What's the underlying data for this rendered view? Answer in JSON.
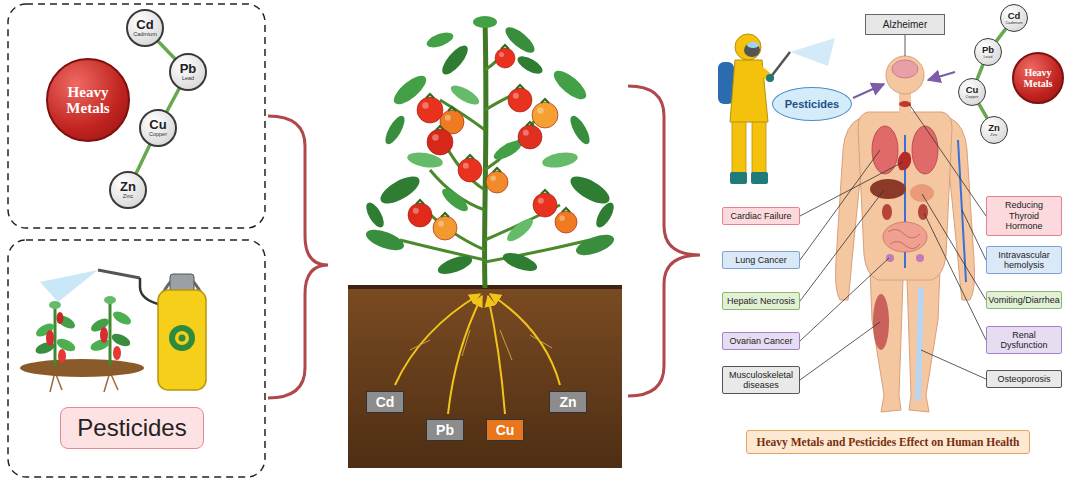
{
  "diagram": {
    "nodes": [
      {
        "text": [
          "Heavy Metals"
        ]
      },
      {
        "text": [
          "Cd",
          "Cadmium"
        ]
      },
      {
        "text": [
          "Pb",
          "Lead"
        ]
      },
      {
        "text": [
          "Cu",
          "Copper"
        ]
      },
      {
        "text": [
          "Zn",
          "Zinc"
        ]
      },
      {
        "text": [
          "Pesticides"
        ]
      },
      {
        "text": [
          "Cd"
        ]
      },
      {
        "text": [
          "Pb"
        ]
      },
      {
        "text": [
          "Cu"
        ]
      },
      {
        "text": [
          "Zn"
        ]
      },
      {
        "text": [
          "Alzheimer"
        ]
      },
      {
        "text": [
          "Pesticides"
        ]
      },
      {
        "text": [
          "Heavy Metals"
        ]
      },
      {
        "text": [
          "Cd",
          "Cadmium"
        ]
      },
      {
        "text": [
          "Pb",
          "Lead"
        ]
      },
      {
        "text": [
          "Cu",
          "Copper"
        ]
      },
      {
        "text": [
          "Zn",
          "Zinc"
        ]
      },
      {
        "text": [
          "Cardiac Failure"
        ]
      },
      {
        "text": [
          "Lung Cancer"
        ]
      },
      {
        "text": [
          "Hepatic Necrosis"
        ]
      },
      {
        "text": [
          "Ovarian Cancer"
        ]
      },
      {
        "text": [
          "Musculoskeletal diseases"
        ]
      },
      {
        "text": [
          "Reducing Thyroid Hormone"
        ]
      },
      {
        "text": [
          "Intravascular hemolysis"
        ]
      },
      {
        "text": [
          "Vomiting/Diarrhea"
        ]
      },
      {
        "text": [
          "Renal Dysfunction"
        ]
      },
      {
        "text": [
          "Osteoporosis"
        ]
      },
      {
        "text": [
          "Heavy Metals and Pesticides Effect on Human Health"
        ]
      }
    ],
    "edges": [
      {
        "from": 1,
        "to": 2,
        "arrow": "none"
      },
      {
        "from": 2,
        "to": 3,
        "arrow": "none"
      },
      {
        "from": 3,
        "to": 4,
        "arrow": "none"
      },
      {
        "from": 13,
        "to": 14,
        "arrow": "none"
      },
      {
        "from": 14,
        "to": 15,
        "arrow": "none"
      },
      {
        "from": 15,
        "to": 16,
        "arrow": "none"
      }
    ]
  }
}
